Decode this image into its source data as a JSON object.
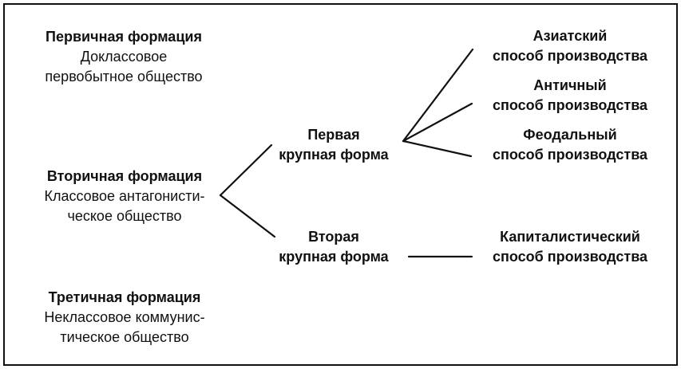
{
  "formations": [
    {
      "title": "Первичная формация",
      "lines": [
        "Доклассовое",
        "первобытное общество"
      ]
    },
    {
      "title": "Вторичная формация",
      "lines": [
        "Классовое антагонисти-",
        "ческое общество"
      ]
    },
    {
      "title": "Третичная формация",
      "lines": [
        "Неклассовое коммунис-",
        "тическое общество"
      ]
    }
  ],
  "forms": [
    {
      "line1": "Первая",
      "line2": "крупная форма"
    },
    {
      "line1": "Вторая",
      "line2": "крупная форма"
    }
  ],
  "modes": [
    {
      "line1": "Азиатский",
      "line2": "способ производства"
    },
    {
      "line1": "Античный",
      "line2": "способ производства"
    },
    {
      "line1": "Феодальный",
      "line2": "способ производства"
    },
    {
      "line1": "Капиталистический",
      "line2": "способ производства"
    }
  ]
}
